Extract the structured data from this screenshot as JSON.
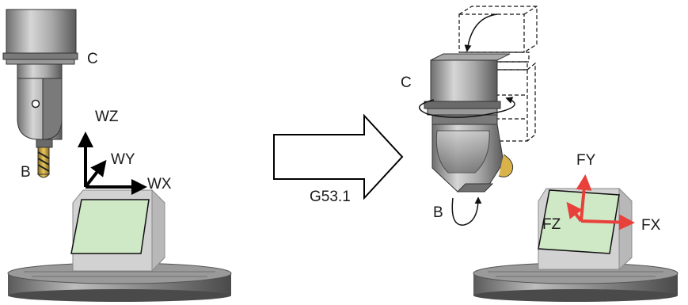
{
  "colors": {
    "metal_light": "#c9c9c9",
    "metal_mid": "#8f8f8f",
    "metal_dark": "#4a4a4a",
    "workpiece_face": "#cfe8c6",
    "workpiece_side": "#d6d6d6",
    "axis_black": "#000000",
    "axis_red": "#e8403a",
    "drill_gold": "#d9b24a"
  },
  "left": {
    "head_label_c": "C",
    "head_label_b": "B",
    "axes": {
      "z": "WZ",
      "y": "WY",
      "x": "WX"
    }
  },
  "transition": {
    "command": "G53.1",
    "arrow_icon": "hollow-arrow-right"
  },
  "right": {
    "head_label_c": "C",
    "head_label_b": "B",
    "axes": {
      "y": "FY",
      "z": "FZ",
      "x": "FX"
    }
  }
}
